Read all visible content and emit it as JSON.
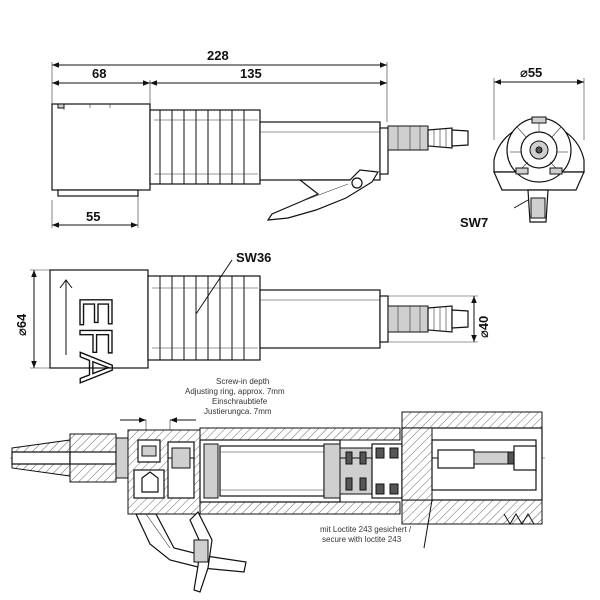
{
  "dimensions": {
    "overall_length": "228",
    "head_length": "68",
    "body_length": "135",
    "head_bottom": "55",
    "end_diameter": "⌀55",
    "side_diameter": "⌀64",
    "inlet_diameter": "⌀40"
  },
  "labels": {
    "wrench_side": "SW7",
    "wrench_body": "SW36",
    "brand_mark": "EFA"
  },
  "notes": {
    "screw_in_line1": "Screw-in depth",
    "screw_in_line2": "Adjusting ring, approx. 7mm",
    "screw_in_line3": "Einschraubtiefe",
    "screw_in_line4": "Justierungca. 7mm",
    "loctite_line1": "mit Loctite 243 gesichert /",
    "loctite_line2": "secure with loctite 243"
  }
}
